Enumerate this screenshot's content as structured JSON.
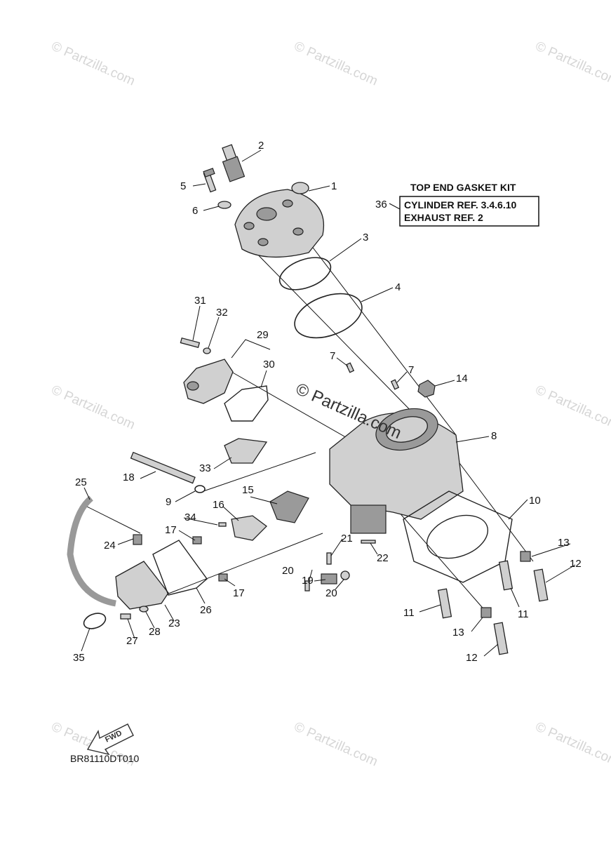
{
  "watermark": {
    "text": "© Partzilla.com",
    "center_text": "© Partzilla.com"
  },
  "kit_box": {
    "title": "TOP END GASKET KIT",
    "ref_number": "36",
    "line1": "CYLINDER REF. 3.4.6.10",
    "line2": "EXHAUST REF. 2"
  },
  "fwd_label": "FWD",
  "diagram_code": "BR81110DT010",
  "callouts": [
    "1",
    "2",
    "3",
    "4",
    "5",
    "6",
    "7",
    "7",
    "8",
    "9",
    "10",
    "11",
    "11",
    "12",
    "12",
    "13",
    "13",
    "14",
    "15",
    "16",
    "17",
    "17",
    "18",
    "19",
    "20",
    "20",
    "21",
    "22",
    "23",
    "24",
    "25",
    "26",
    "27",
    "28",
    "29",
    "30",
    "31",
    "32",
    "33",
    "34",
    "35"
  ]
}
